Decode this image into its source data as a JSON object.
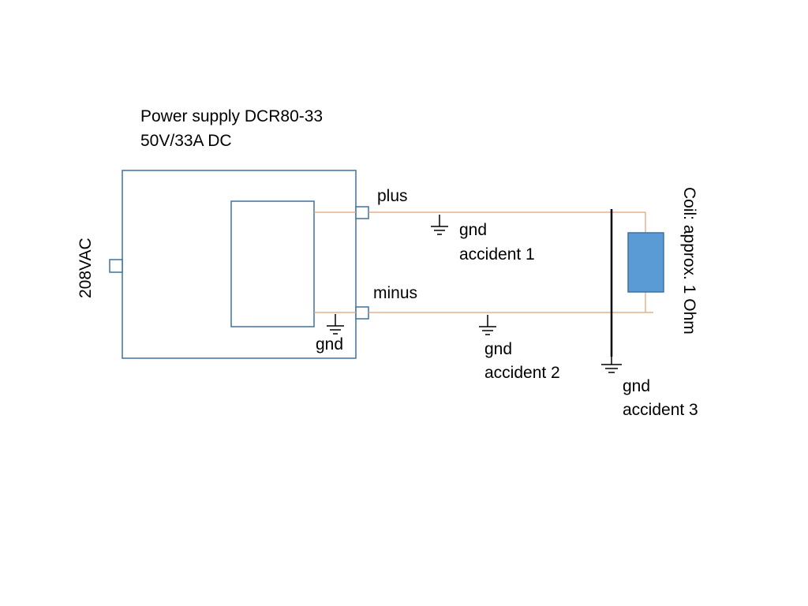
{
  "colors": {
    "box_stroke": "#41719c",
    "wire": "#e0a070",
    "coil_fill": "#5b9bd5",
    "coil_stroke": "#41719c",
    "ground": "#000000",
    "text": "#000000"
  },
  "power_supply": {
    "title": "Power supply DCR80-33",
    "rating": "50V/33A DC"
  },
  "input": {
    "label": "208VAC"
  },
  "terminals": {
    "plus": "plus",
    "minus": "minus"
  },
  "grounds": {
    "internal": {
      "label": "gnd"
    },
    "accident_1": {
      "line1": "gnd",
      "line2": "accident 1"
    },
    "accident_2": {
      "line1": "gnd",
      "line2": "accident 2"
    },
    "accident_3": {
      "line1": "gnd",
      "line2": "accident 3"
    }
  },
  "coil": {
    "label": "Coil: approx. 1 Ohm"
  }
}
